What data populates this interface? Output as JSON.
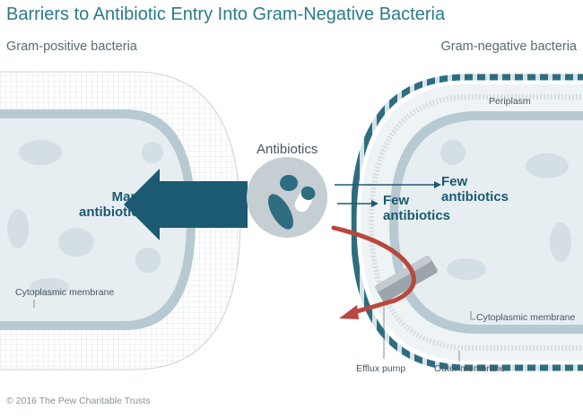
{
  "title": "Barriers to Antibiotic Entry Into Gram-Negative Bacteria",
  "gram_positive": {
    "heading": "Gram-positive bacteria",
    "arrow_label_line1": "Many",
    "arrow_label_line2": "antibiotics",
    "membrane_label": "Cytoplasmic membrane"
  },
  "center": {
    "label": "Antibiotics"
  },
  "gram_negative": {
    "heading": "Gram-negative bacteria",
    "periplasm_label": "Periplasm",
    "few_outer_line1": "Few",
    "few_outer_line2": "antibiotics",
    "few_inner_line1": "Few",
    "few_inner_line2": "antibiotics",
    "membrane_label": "Cytoplasmic membrane",
    "efflux_label": "Efflux pump",
    "outer_membrane_label": "Outer membrane"
  },
  "footer": {
    "copyright": "© 2016 The Pew Charitable Trusts"
  },
  "colors": {
    "title": "#2b7a8a",
    "cell_fill": "#e6eef1",
    "membrane": "#b7c9d1",
    "arrow_dark": "#1b5a72",
    "efflux_arrow": "#b9473e",
    "pill_teal": "#2e6d80"
  }
}
